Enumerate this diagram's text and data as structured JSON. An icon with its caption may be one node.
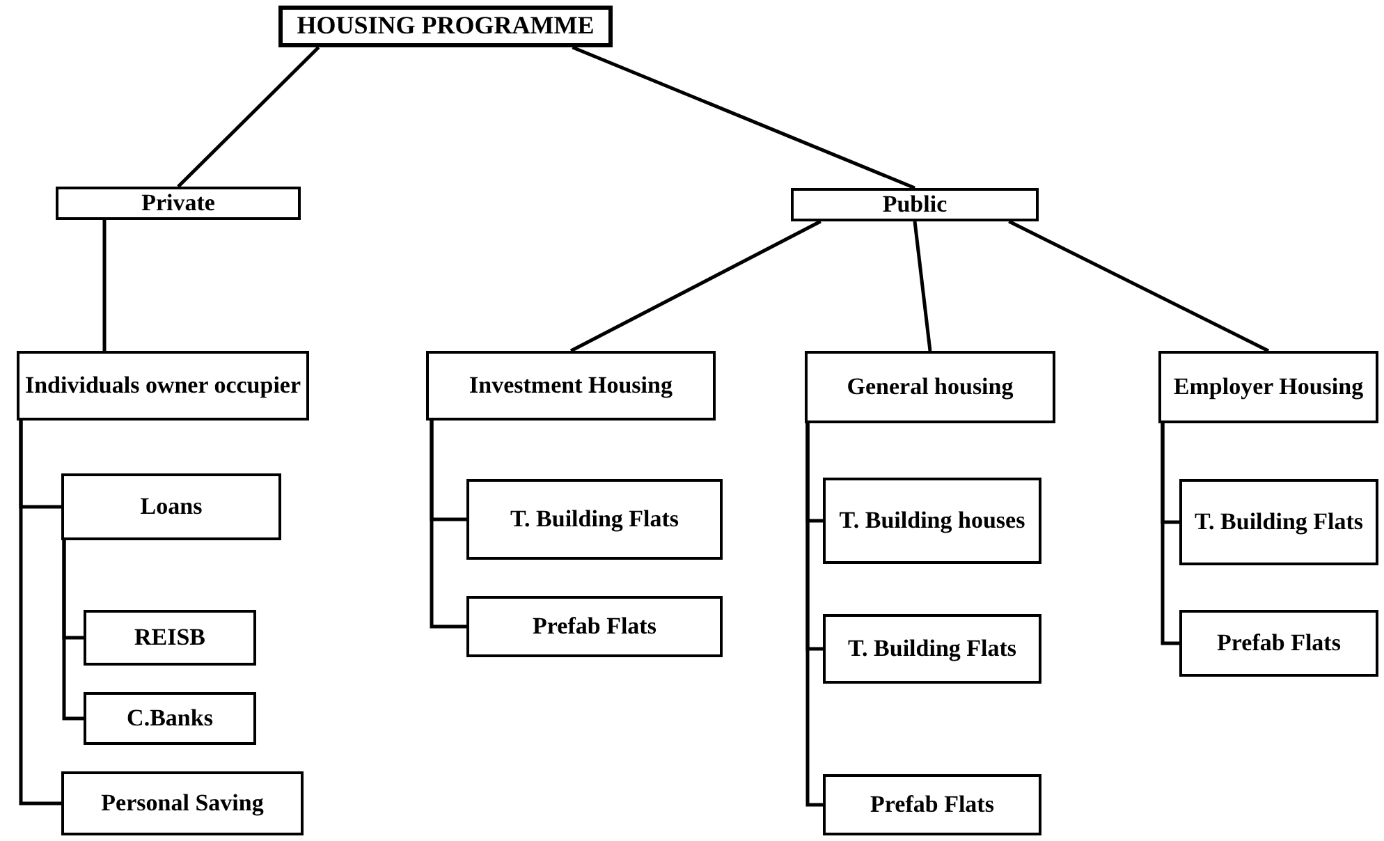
{
  "diagram": {
    "nodes": [
      {
        "text": [
          "HOUSING PROGRAMME"
        ]
      },
      {
        "text": [
          "Private"
        ]
      },
      {
        "text": [
          "Public"
        ]
      },
      {
        "text": [
          "Individuals owner occupier"
        ]
      },
      {
        "text": [
          "Loans"
        ]
      },
      {
        "text": [
          "REISB"
        ]
      },
      {
        "text": [
          "C.Banks"
        ]
      },
      {
        "text": [
          "Personal Saving"
        ]
      },
      {
        "text": [
          "Investment Housing"
        ]
      },
      {
        "text": [
          "T. Building Flats"
        ]
      },
      {
        "text": [
          "Prefab Flats"
        ]
      },
      {
        "text": [
          "General housing"
        ]
      },
      {
        "text": [
          "T. Building houses"
        ]
      },
      {
        "text": [
          "T. Building Flats"
        ]
      },
      {
        "text": [
          "Prefab Flats"
        ]
      },
      {
        "text": [
          "Employer Housing"
        ]
      },
      {
        "text": [
          "T. Building Flats"
        ]
      },
      {
        "text": [
          "Prefab Flats"
        ]
      }
    ],
    "edges": [
      {
        "from": 0,
        "to": 1,
        "arrow": "none"
      },
      {
        "from": 0,
        "to": 2,
        "arrow": "none"
      },
      {
        "from": 1,
        "to": 3,
        "arrow": "none"
      },
      {
        "from": 2,
        "to": 8,
        "arrow": "none"
      },
      {
        "from": 2,
        "to": 11,
        "arrow": "none"
      },
      {
        "from": 2,
        "to": 15,
        "arrow": "none"
      },
      {
        "from": 3,
        "to": 4,
        "arrow": "none"
      },
      {
        "from": 3,
        "to": 7,
        "arrow": "none"
      },
      {
        "from": 4,
        "to": 5,
        "arrow": "none"
      },
      {
        "from": 4,
        "to": 6,
        "arrow": "none"
      },
      {
        "from": 8,
        "to": 9,
        "arrow": "none"
      },
      {
        "from": 8,
        "to": 10,
        "arrow": "none"
      },
      {
        "from": 11,
        "to": 12,
        "arrow": "none"
      },
      {
        "from": 11,
        "to": 13,
        "arrow": "none"
      },
      {
        "from": 11,
        "to": 14,
        "arrow": "none"
      },
      {
        "from": 15,
        "to": 16,
        "arrow": "none"
      },
      {
        "from": 15,
        "to": 17,
        "arrow": "none"
      }
    ]
  }
}
